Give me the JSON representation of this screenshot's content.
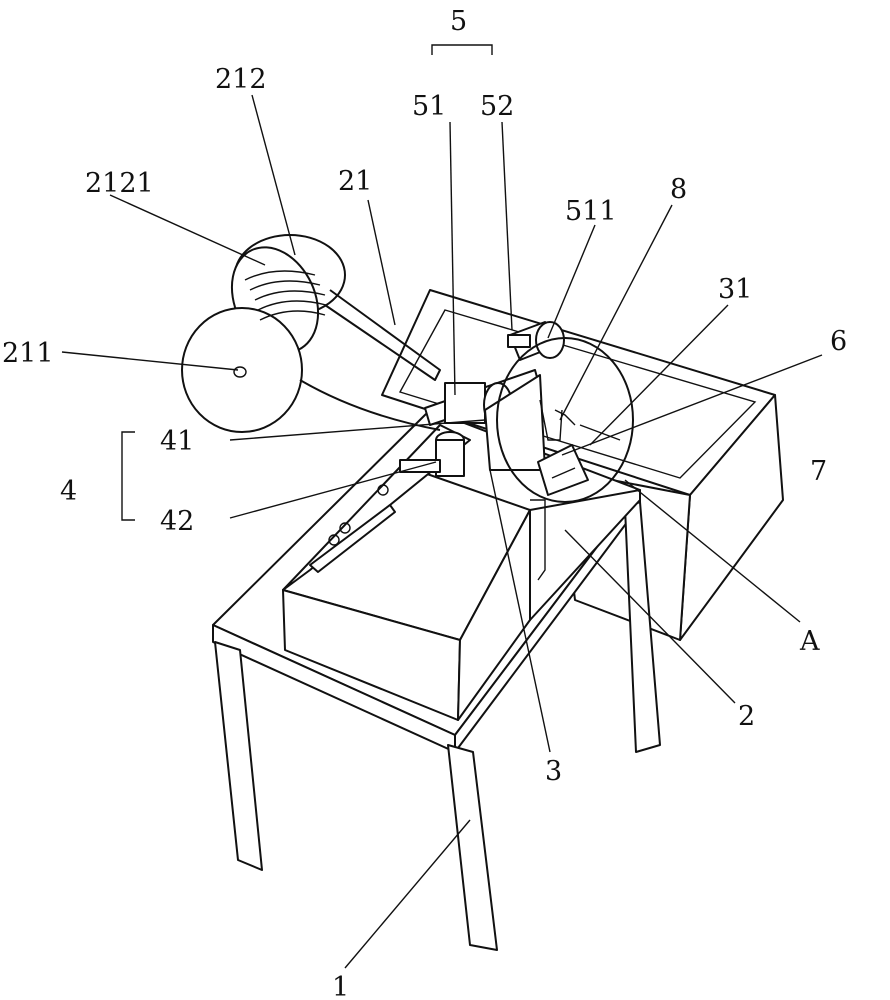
{
  "figure": {
    "labels": {
      "l5": "5",
      "l51": "51",
      "l52": "52",
      "l212": "212",
      "l2121": "2121",
      "l21": "21",
      "l511": "511",
      "l8": "8",
      "l31": "31",
      "l6": "6",
      "l211": "211",
      "l41": "41",
      "l42": "42",
      "l4": "4",
      "l7": "7",
      "lA": "A",
      "l2": "2",
      "l3": "3",
      "l1": "1"
    }
  }
}
